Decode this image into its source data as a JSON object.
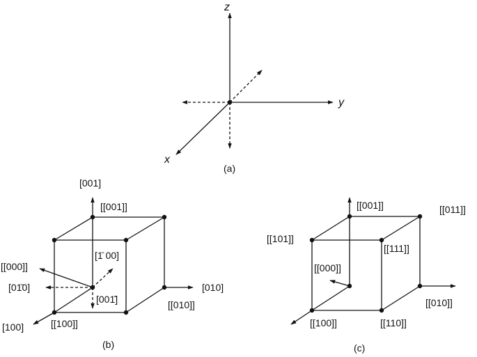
{
  "panel_a": {
    "axis_z": "z",
    "axis_y": "y",
    "axis_x": "x",
    "caption": "(a)"
  },
  "panel_b": {
    "dir_001": "[001]",
    "pt_001": "[[001]]",
    "pt_000": "[[000]]",
    "dir_bar100": "[1̄ 00]",
    "dir_0bar10": "[01̄0]",
    "dir_010": "[010]",
    "dir_00bar1": "[001̄]",
    "pt_010": "[[010]]",
    "pt_100": "[[100]]",
    "dir_100": "[100]",
    "caption": "(b)"
  },
  "panel_c": {
    "pt_001": "[[001]]",
    "pt_011": "[[011]]",
    "pt_101": "[[101]]",
    "pt_111": "[[111]]",
    "pt_000": "[[000]]",
    "pt_010": "[[010]]",
    "pt_100": "[[100]]",
    "pt_110": "[[110]]",
    "caption": "(c)"
  }
}
